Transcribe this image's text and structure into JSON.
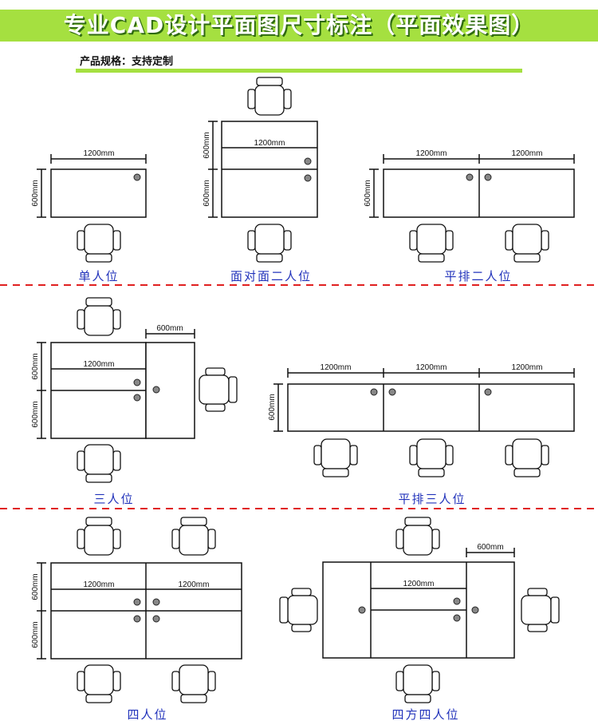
{
  "header": {
    "title": "专业CAD设计平面图尺寸标注（平面效果图）"
  },
  "spec": {
    "label": "产品规格：支持定制"
  },
  "dims": {
    "w1200": "1200mm",
    "w600": "600mm",
    "h600": "600mm"
  },
  "layouts": {
    "single": "单人位",
    "face_to_face_two": "面对面二人位",
    "side_by_side_two": "平排二人位",
    "three": "三人位",
    "side_by_side_three": "平排三人位",
    "four": "四人位",
    "four_sided_four": "四方四人位"
  },
  "colors": {
    "banner": "#a5e040",
    "label": "#2233bb",
    "separator": "#e02020"
  }
}
